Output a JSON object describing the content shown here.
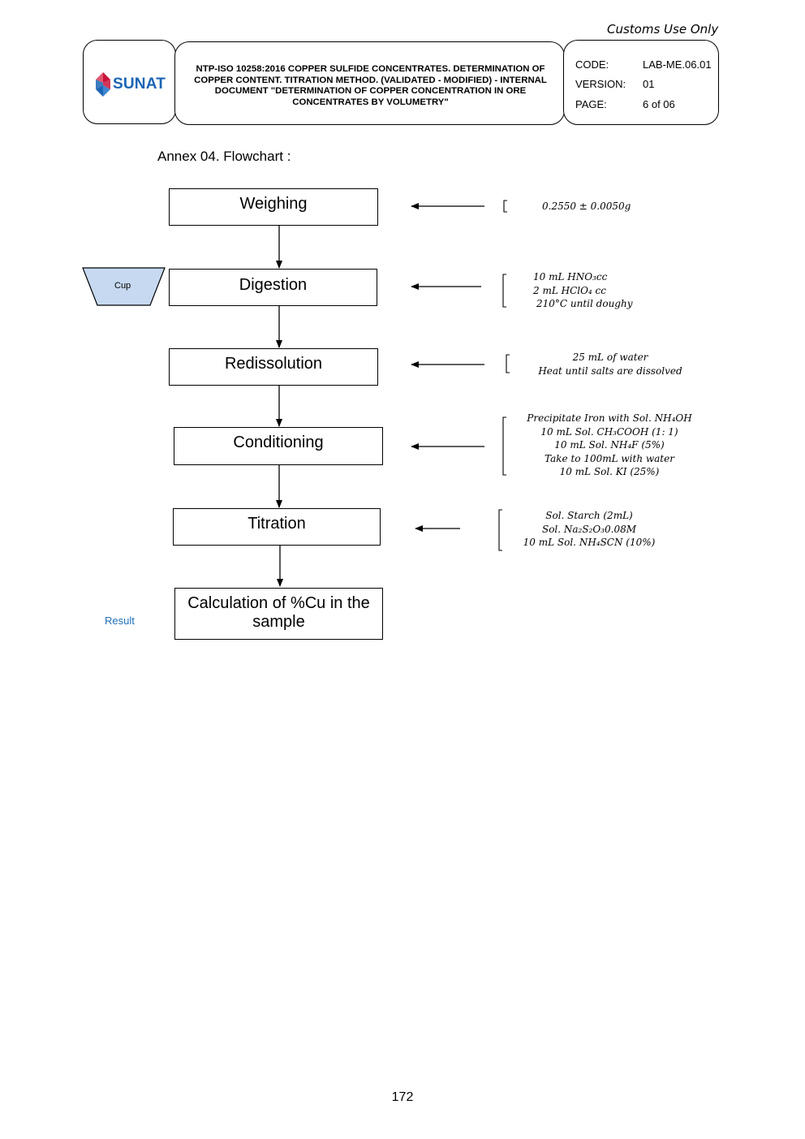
{
  "header": {
    "customs_note": "Customs Use Only",
    "logo_text": "SUNAT",
    "document_title": "NTP-ISO 10258:2016 COPPER SULFIDE CONCENTRATES. DETERMINATION OF COPPER CONTENT. TITRATION METHOD. (VALIDATED - MODIFIED) - INTERNAL DOCUMENT \"DETERMINATION OF COPPER CONCENTRATION IN ORE CONCENTRATES BY VOLUMETRY\"",
    "code_label": "CODE:",
    "code_value": "LAB-ME.06.01",
    "version_label": "VERSION:",
    "version_value": "01",
    "page_label": "PAGE:",
    "page_value": "6 of 06"
  },
  "annex_title": "Annex 04. Flowchart :",
  "flowchart": {
    "steps": [
      {
        "label": "Weighing"
      },
      {
        "label": "Digestion"
      },
      {
        "label": "Redissolution"
      },
      {
        "label": "Conditioning"
      },
      {
        "label": "Titration"
      },
      {
        "label": "Calculation of %Cu in the sample",
        "line1": "Calculation of %Cu in the",
        "line2": "sample"
      }
    ],
    "cup_label": "Cup",
    "result_label": "Result",
    "notes": {
      "weighing": [
        "0.2550 ± 0.0050g"
      ],
      "digestion": [
        "10 mL HNO₃cc",
        "2  mL HClO₄ cc",
        "210°C until doughy"
      ],
      "redissolution": [
        "25 mL of water",
        "Heat until salts are dissolved"
      ],
      "conditioning": [
        "Precipitate Iron with Sol.  NH₄OH",
        "10 mL Sol. CH₃COOH (1: 1)",
        "10 mL Sol. NH₄F (5%)",
        "Take to 100mL with water",
        "10 mL Sol. KI (25%)"
      ],
      "titration": [
        "Sol. Starch (2mL)",
        "Sol.  Na₂S₂O₃0.08M",
        "10 mL Sol.  NH₄SCN (10%)"
      ]
    }
  },
  "page_number": "172",
  "colors": {
    "logo_blue": "#1b64b4",
    "logo_red": "#c8143c",
    "cup_fill": "#c6d9f1",
    "result_text": "#1f6fb8"
  }
}
